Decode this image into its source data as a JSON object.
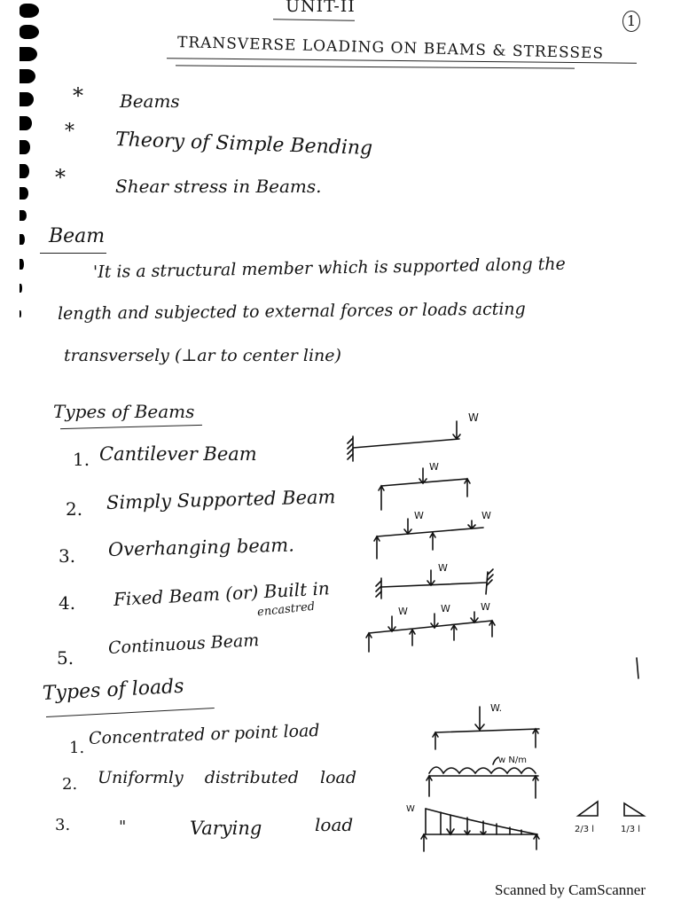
{
  "header": {
    "unit": "UNIT-II",
    "page_number": "1",
    "title": "TRANSVERSE LOADING ON BEAMS & STRESSES"
  },
  "topics": [
    {
      "bullet": "*",
      "text": "Beams"
    },
    {
      "bullet": "*",
      "text": "Theory of Simple Bending"
    },
    {
      "bullet": "*",
      "text": "Shear stress in Beams."
    }
  ],
  "beam_section": {
    "heading": "Beam",
    "definition_lines": [
      "'It is  a structural member which is supported along the",
      "length and subjected to external forces or loads acting",
      "transversely (⊥ar to center line)"
    ]
  },
  "types_of_beams": {
    "heading": "Types of Beams",
    "items": [
      {
        "number": "1.",
        "label": "Cantilever Beam",
        "diagram": "cantilever",
        "load_label": "W"
      },
      {
        "number": "2.",
        "label": "Simply Supported Beam",
        "diagram": "simply-supported",
        "load_label": "W"
      },
      {
        "number": "3.",
        "label": "Overhanging beam.",
        "diagram": "overhanging",
        "load_label": "W"
      },
      {
        "number": "4.",
        "label": "Fixed Beam (or) Built in",
        "sublabel_or": "(or)",
        "sublabel": "encastred",
        "diagram": "fixed",
        "load_label": "W"
      },
      {
        "number": "5.",
        "label": "Continuous Beam",
        "diagram": "continuous",
        "load_label": "W"
      }
    ]
  },
  "types_of_loads": {
    "heading": "Types of loads",
    "items": [
      {
        "number": "1.",
        "label": "Concentrated or point load",
        "diagram": "point-load",
        "load_label": "W."
      },
      {
        "number": "2.",
        "label": "Uniformly distributed load",
        "diagram": "udl",
        "load_label": "w N/m"
      },
      {
        "number": "3.",
        "ditto": "\"",
        "label_a": "Varying",
        "label_b": "load",
        "diagram": "uvl",
        "load_label": "W"
      }
    ],
    "triangle_labels": [
      "2/3 l",
      "1/3 l"
    ]
  },
  "footer": {
    "watermark": "Scanned by CamScanner"
  }
}
